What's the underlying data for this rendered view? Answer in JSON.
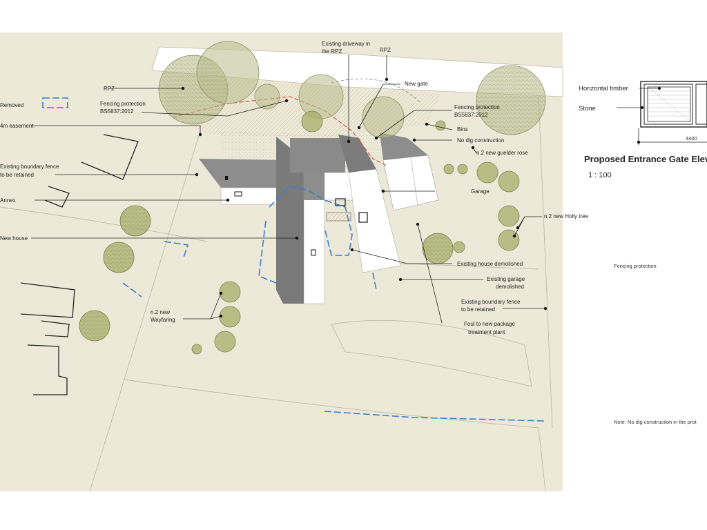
{
  "site_labels": {
    "removed": "Removed",
    "easement": "4m easement",
    "rpz_left": "RPZ",
    "fencing_left_1": "Fencing protection",
    "fencing_left_2": "BS5837:2012",
    "existing_driveway_1": "Existing driveway in",
    "existing_driveway_2": "the RPZ",
    "rpz_top": "RPZ",
    "new_gate": "New gate",
    "fencing_right_1": "Fencing protection",
    "fencing_right_2": "BS5837:2012",
    "bins": "Bins",
    "no_dig": "No dig construction",
    "guelder_rose": "n.2 new guelder rose",
    "boundary_left_1": "Existing boundary fence",
    "boundary_left_2": "to be retained",
    "annex": "Annex",
    "garage": "Garage",
    "holly": "n.2 new Holly tree",
    "new_house": "New house",
    "house_demolished": "Existing house demolished",
    "garage_demolished_1": "Existing garage",
    "garage_demolished_2": "demolished",
    "boundary_right_1": "Existing boundary fence",
    "boundary_right_2": "to be retained",
    "wayfaring_1": "n.2 new",
    "wayfaring_2": "Wayfaring",
    "foul_1": "Foul to new package",
    "foul_2": "treatment plant"
  },
  "gate_elevation": {
    "horizontal_timber": "Horizontal timber",
    "stone": "Stone",
    "dimension": "4400",
    "title": "Proposed Entrance Gate Elev",
    "scale": "1 : 100"
  },
  "notes": {
    "fencing_protection": "Fencing protection",
    "no_dig_note": "Note: No dig construction in the prot"
  },
  "colors": {
    "site_bg": "#ece9d8",
    "tree_canopy": "#a6ad6a",
    "tree_line": "#8b9160",
    "building_grey": "#8d8d8d",
    "building_dark": "#6f6f6f",
    "building_white": "#ffffff",
    "proposed_blue": "#3b7fd0",
    "fence_red": "#d8553a",
    "text": "#222222"
  }
}
